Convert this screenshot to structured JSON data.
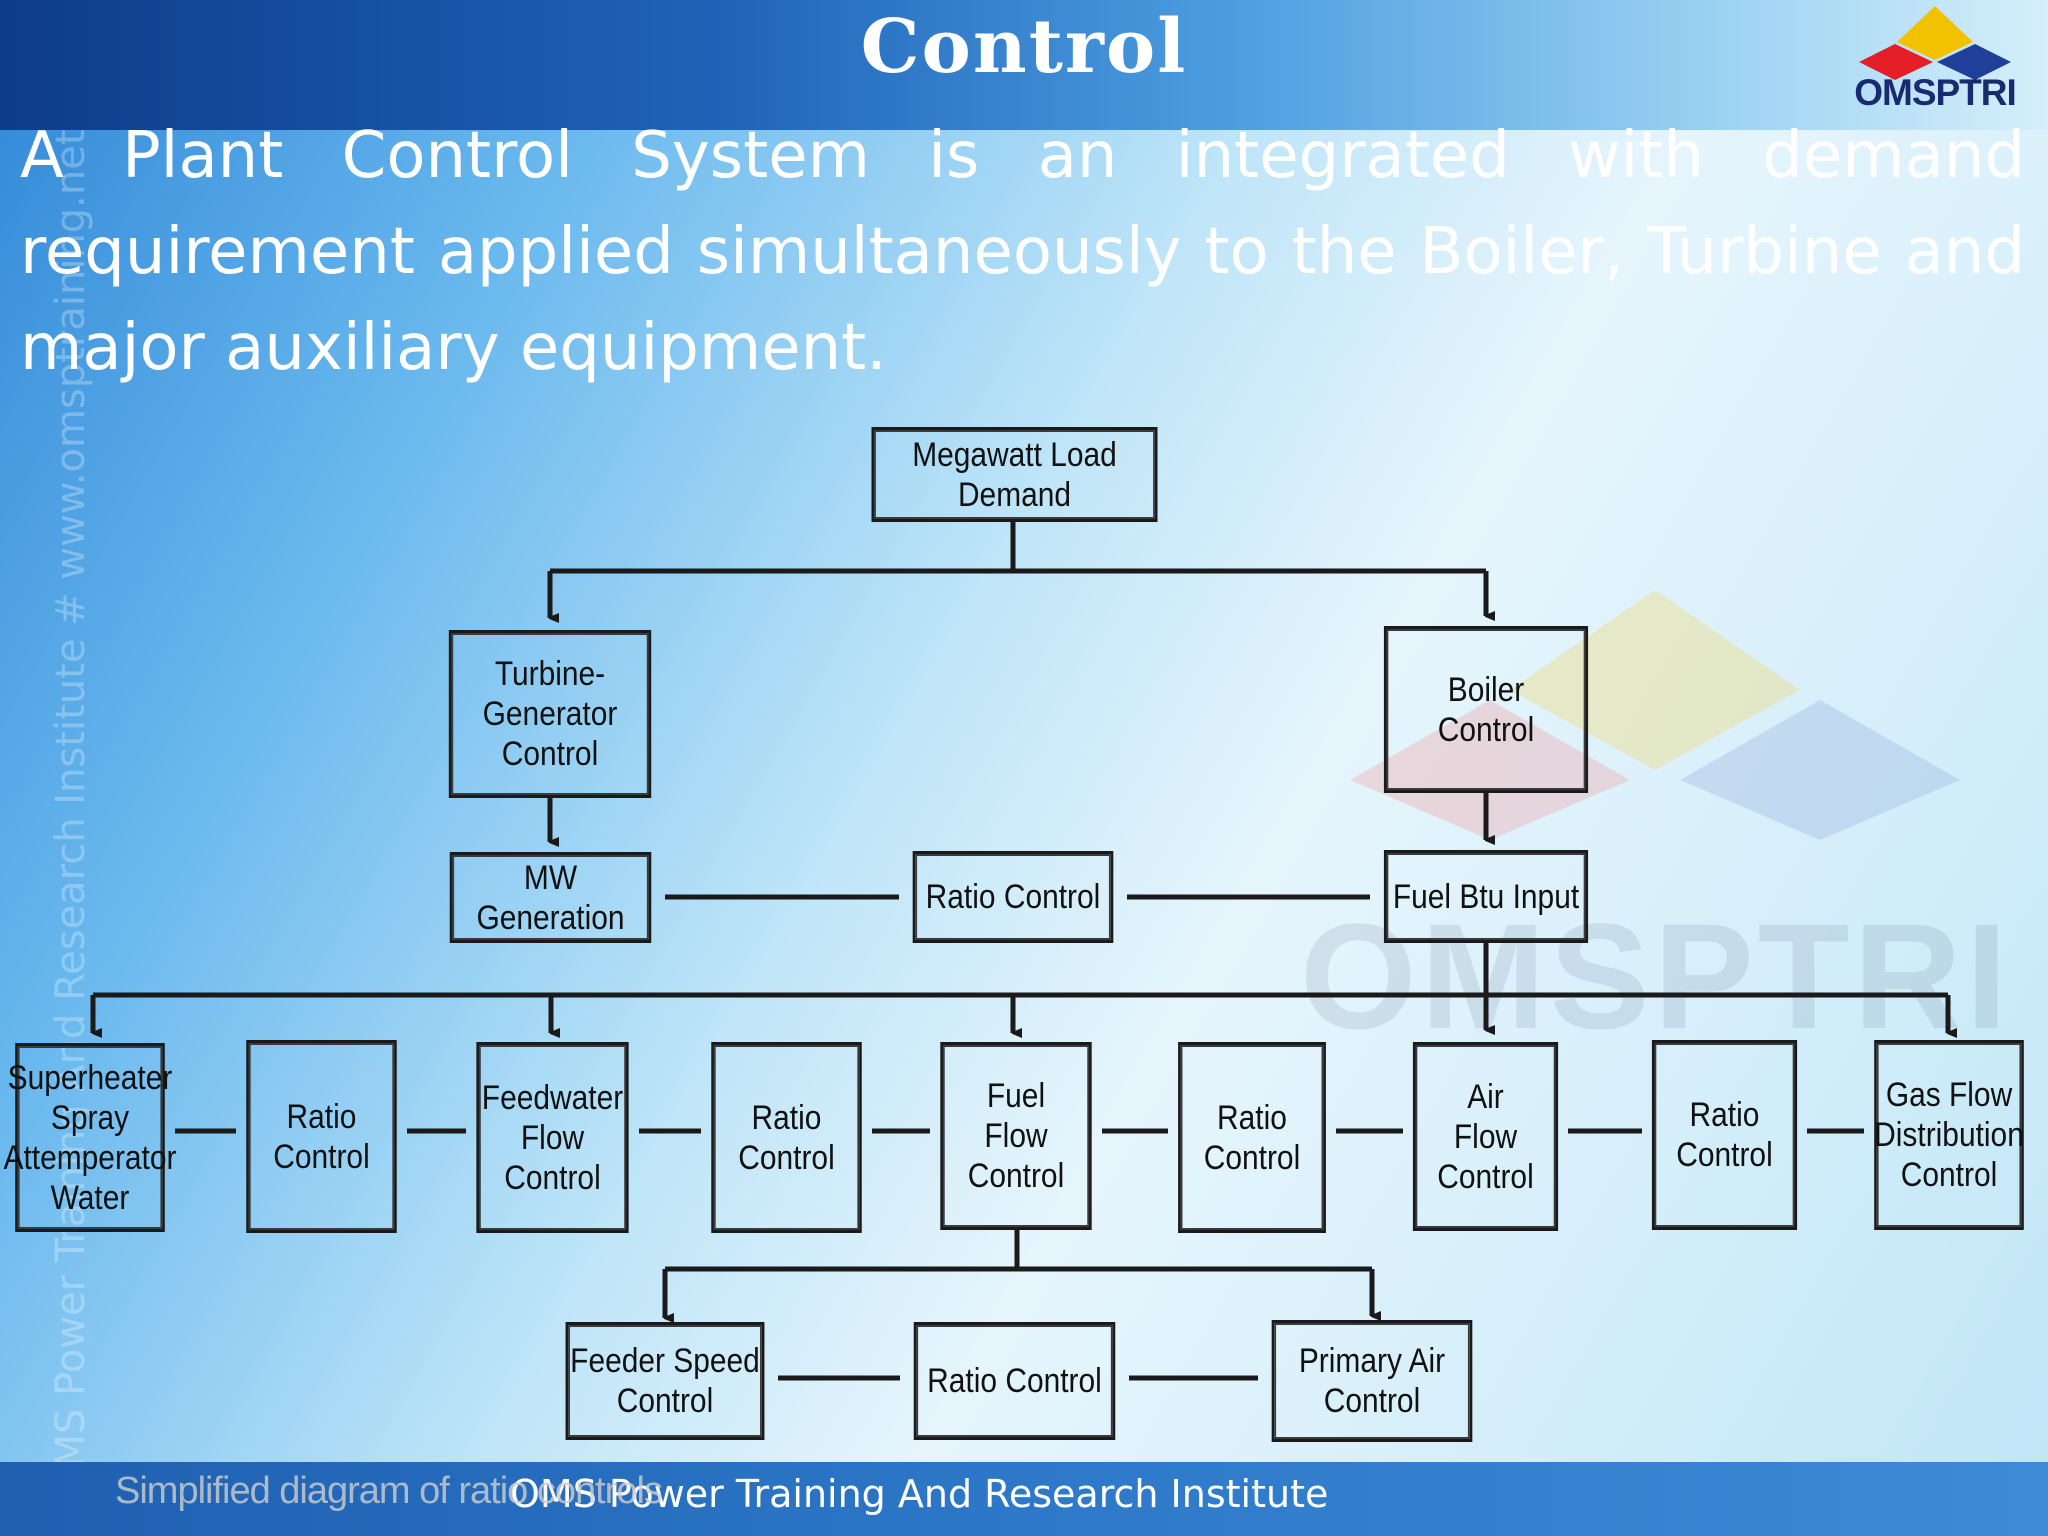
{
  "header": {
    "title": "Control"
  },
  "logo": {
    "name": "OMSPTRI",
    "colors": [
      "#f2c200",
      "#e41e26",
      "#1f3f99"
    ]
  },
  "intro_text": "A Plant Control System is an integrated with demand requirement applied simultaneously to the Boiler, Turbine and major auxiliary equipment.",
  "watermark_vertical": "OMS Power Training And Research Institute # www.omsptraining.net",
  "background_logo_text": "OMSPTRI",
  "diagram": {
    "top": "Megawatt Load Demand",
    "turbine": "Turbine-\nGenerator\nControl",
    "boiler": "Boiler\nControl",
    "mw_generation": "MW Generation",
    "ratio_mid": "Ratio Control",
    "fuel_btu": "Fuel Btu Input",
    "row3": [
      "Superheater\nSpray\nAttemperator\nWater",
      "Ratio\nControl",
      "Feedwater\nFlow\nControl",
      "Ratio\nControl",
      "Fuel\nFlow\nControl",
      "Ratio\nControl",
      "Air\nFlow\nControl",
      "Ratio\nControl",
      "Gas Flow\nDistribution\nControl"
    ],
    "row4": [
      "Feeder Speed\nControl",
      "Ratio Control",
      "Primary Air\nControl"
    ]
  },
  "caption": "Simplified diagram of ratio controls",
  "footer_text": "OMS Power Training And Research Institute"
}
